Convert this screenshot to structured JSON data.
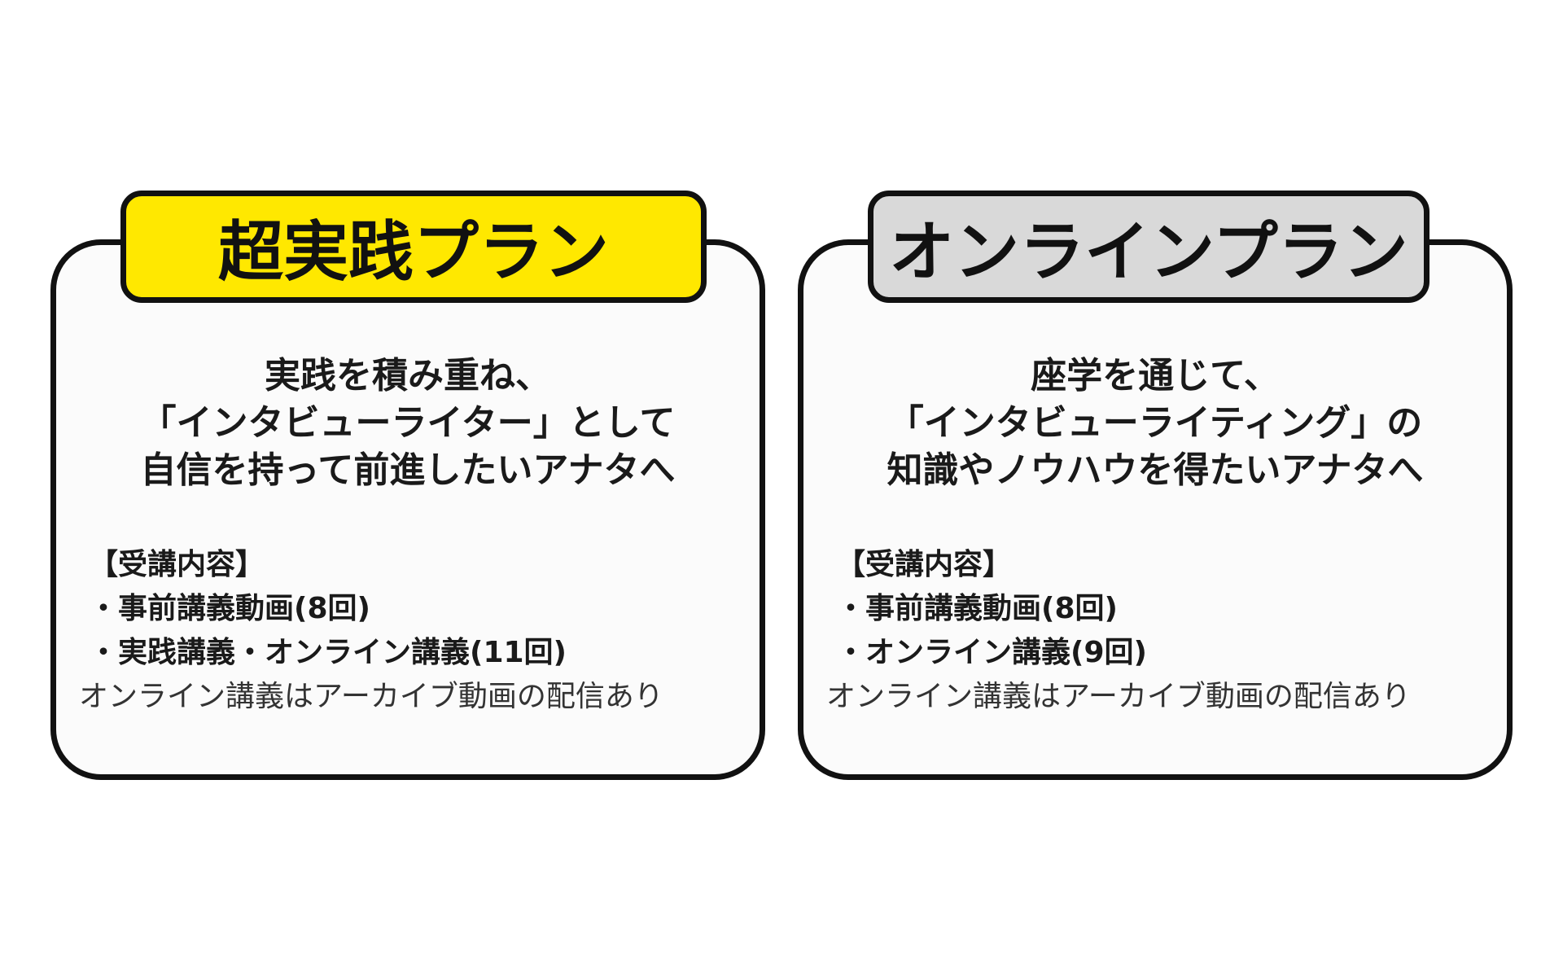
{
  "colors": {
    "accent_yellow": "#ffe800",
    "neutral_gray": "#d9d9d9",
    "border": "#111111",
    "card_bg": "#fbfbfb"
  },
  "plans": [
    {
      "title": "超実践プラン",
      "lead": [
        "実践を積み重ね、",
        "「インタビューライター」として",
        "自信を持って前進したいアナタへ"
      ],
      "content_heading": "【受講内容】",
      "items": [
        "・事前講義動画(8回)",
        "・実践講義・オンライン講義(11回)"
      ],
      "note": "オンライン講義はアーカイブ動画の配信あり"
    },
    {
      "title": "オンラインプラン",
      "lead": [
        "座学を通じて、",
        "「インタビューライティング」の",
        "知識やノウハウを得たいアナタへ"
      ],
      "content_heading": "【受講内容】",
      "items": [
        "・事前講義動画(8回)",
        "・オンライン講義(9回)"
      ],
      "note": "オンライン講義はアーカイブ動画の配信あり"
    }
  ]
}
